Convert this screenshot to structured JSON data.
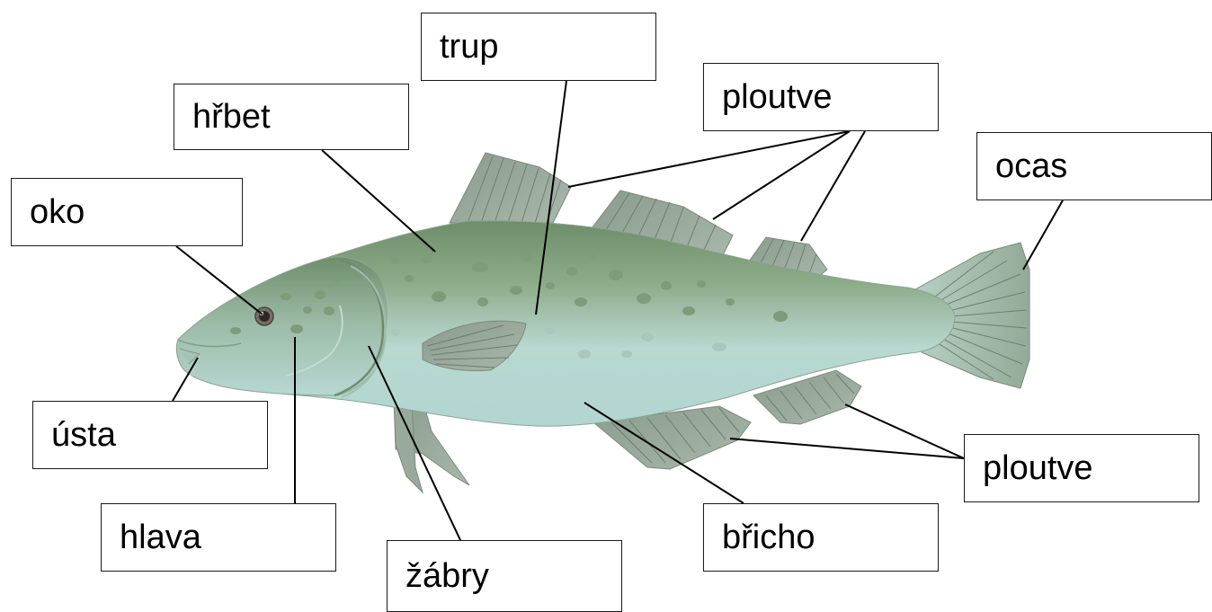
{
  "labels": {
    "trup": "trup",
    "hrbet": "hřbet",
    "ploutve_top": "ploutve",
    "ocas": "ocas",
    "oko": "oko",
    "usta": "ústa",
    "ploutve_bottom": "ploutve",
    "hlava": "hlava",
    "bricho": "břicho",
    "zabry": "žábry"
  },
  "colors": {
    "back_dark": "#6f8f6c",
    "back_mid": "#8fae8c",
    "belly": "#b9d9d2",
    "fin": "#97a89a",
    "fin_stroke": "#6d7d70",
    "spot": "#7f9e7c",
    "leader_line": "#000000"
  }
}
